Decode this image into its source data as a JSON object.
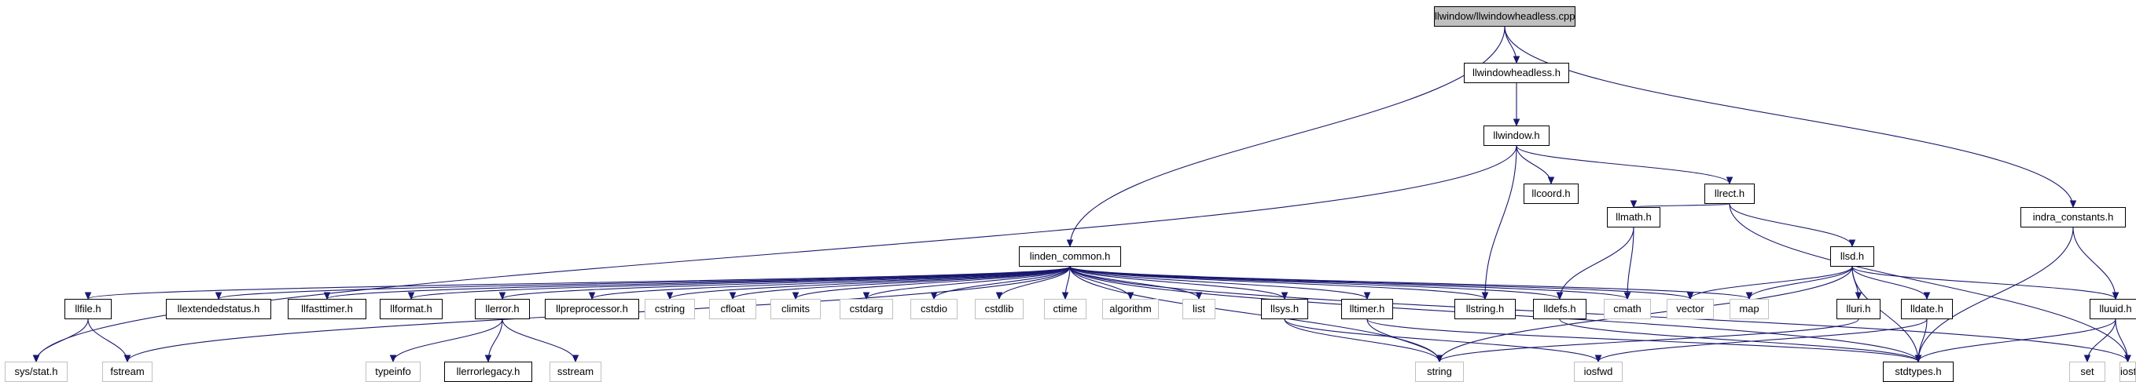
{
  "colors": {
    "edge": "#191970",
    "root_fill": "#c0c0c0",
    "border": "#000000",
    "system_border": "#c0c0c0"
  },
  "nodes": [
    {
      "id": "root",
      "label": "llwindow/llwindowheadless.cpp",
      "kind": "root"
    },
    {
      "id": "llwindowheadless",
      "label": "llwindowheadless.h",
      "kind": "local"
    },
    {
      "id": "llwindow",
      "label": "llwindow.h",
      "kind": "local"
    },
    {
      "id": "llcoord",
      "label": "llcoord.h",
      "kind": "local"
    },
    {
      "id": "llrect",
      "label": "llrect.h",
      "kind": "local"
    },
    {
      "id": "indra_constants",
      "label": "indra_constants.h",
      "kind": "local"
    },
    {
      "id": "linden_common",
      "label": "linden_common.h",
      "kind": "local"
    },
    {
      "id": "llmath",
      "label": "llmath.h",
      "kind": "local"
    },
    {
      "id": "llsd",
      "label": "llsd.h",
      "kind": "local"
    },
    {
      "id": "llfile",
      "label": "llfile.h",
      "kind": "local"
    },
    {
      "id": "llextendedstatus",
      "label": "llextendedstatus.h",
      "kind": "local"
    },
    {
      "id": "llfasttimer",
      "label": "llfasttimer.h",
      "kind": "local"
    },
    {
      "id": "llformat",
      "label": "llformat.h",
      "kind": "local"
    },
    {
      "id": "llerror",
      "label": "llerror.h",
      "kind": "local"
    },
    {
      "id": "llpreprocessor",
      "label": "llpreprocessor.h",
      "kind": "local"
    },
    {
      "id": "cstring",
      "label": "cstring",
      "kind": "system"
    },
    {
      "id": "cfloat",
      "label": "cfloat",
      "kind": "system"
    },
    {
      "id": "climits",
      "label": "climits",
      "kind": "system"
    },
    {
      "id": "cstdarg",
      "label": "cstdarg",
      "kind": "system"
    },
    {
      "id": "cstdio",
      "label": "cstdio",
      "kind": "system"
    },
    {
      "id": "cstdlib",
      "label": "cstdlib",
      "kind": "system"
    },
    {
      "id": "ctime",
      "label": "ctime",
      "kind": "system"
    },
    {
      "id": "algorithm",
      "label": "algorithm",
      "kind": "system"
    },
    {
      "id": "list",
      "label": "list",
      "kind": "system"
    },
    {
      "id": "llsys",
      "label": "llsys.h",
      "kind": "local"
    },
    {
      "id": "lltimer",
      "label": "lltimer.h",
      "kind": "local"
    },
    {
      "id": "llstring",
      "label": "llstring.h",
      "kind": "local"
    },
    {
      "id": "lldefs",
      "label": "lldefs.h",
      "kind": "local"
    },
    {
      "id": "cmath",
      "label": "cmath",
      "kind": "system"
    },
    {
      "id": "vector",
      "label": "vector",
      "kind": "system"
    },
    {
      "id": "map",
      "label": "map",
      "kind": "system"
    },
    {
      "id": "lluri",
      "label": "lluri.h",
      "kind": "local"
    },
    {
      "id": "lldate",
      "label": "lldate.h",
      "kind": "local"
    },
    {
      "id": "lluuid",
      "label": "lluuid.h",
      "kind": "local"
    },
    {
      "id": "sysstat",
      "label": "sys/stat.h",
      "kind": "system"
    },
    {
      "id": "fstream",
      "label": "fstream",
      "kind": "system"
    },
    {
      "id": "typeinfo",
      "label": "typeinfo",
      "kind": "system"
    },
    {
      "id": "llerrorlegacy",
      "label": "llerrorlegacy.h",
      "kind": "local"
    },
    {
      "id": "sstream",
      "label": "sstream",
      "kind": "system"
    },
    {
      "id": "string",
      "label": "string",
      "kind": "system"
    },
    {
      "id": "iosfwd",
      "label": "iosfwd",
      "kind": "system"
    },
    {
      "id": "stdtypes",
      "label": "stdtypes.h",
      "kind": "local"
    },
    {
      "id": "set",
      "label": "set",
      "kind": "system"
    },
    {
      "id": "iostream",
      "label": "iostream",
      "kind": "system"
    }
  ],
  "edges": [
    [
      "root",
      "llwindowheadless"
    ],
    [
      "root",
      "linden_common"
    ],
    [
      "root",
      "indra_constants"
    ],
    [
      "llwindowheadless",
      "llwindow"
    ],
    [
      "llwindow",
      "sysstat"
    ],
    [
      "llwindow",
      "llcoord"
    ],
    [
      "llwindow",
      "llrect"
    ],
    [
      "llwindow",
      "llstring"
    ],
    [
      "llrect",
      "llmath"
    ],
    [
      "llrect",
      "llsd"
    ],
    [
      "llrect",
      "iostream"
    ],
    [
      "indra_constants",
      "stdtypes"
    ],
    [
      "indra_constants",
      "lluuid"
    ],
    [
      "linden_common",
      "llfile"
    ],
    [
      "linden_common",
      "fstream"
    ],
    [
      "linden_common",
      "llextendedstatus"
    ],
    [
      "linden_common",
      "llfasttimer"
    ],
    [
      "linden_common",
      "llformat"
    ],
    [
      "linden_common",
      "llerror"
    ],
    [
      "linden_common",
      "llpreprocessor"
    ],
    [
      "linden_common",
      "cstring"
    ],
    [
      "linden_common",
      "cfloat"
    ],
    [
      "linden_common",
      "climits"
    ],
    [
      "linden_common",
      "cstdarg"
    ],
    [
      "linden_common",
      "cstdio"
    ],
    [
      "linden_common",
      "cstdlib"
    ],
    [
      "linden_common",
      "ctime"
    ],
    [
      "linden_common",
      "algorithm"
    ],
    [
      "linden_common",
      "list"
    ],
    [
      "linden_common",
      "llsys"
    ],
    [
      "linden_common",
      "lltimer"
    ],
    [
      "linden_common",
      "llstring"
    ],
    [
      "linden_common",
      "lldefs"
    ],
    [
      "linden_common",
      "cmath"
    ],
    [
      "linden_common",
      "vector"
    ],
    [
      "linden_common",
      "map"
    ],
    [
      "linden_common",
      "string"
    ],
    [
      "linden_common",
      "stdtypes"
    ],
    [
      "linden_common",
      "iostream"
    ],
    [
      "llmath",
      "cmath"
    ],
    [
      "llmath",
      "lldefs"
    ],
    [
      "llsd",
      "vector"
    ],
    [
      "llsd",
      "map"
    ],
    [
      "llsd",
      "lluri"
    ],
    [
      "llsd",
      "lldate"
    ],
    [
      "llsd",
      "lluuid"
    ],
    [
      "llsd",
      "string"
    ],
    [
      "llsd",
      "stdtypes"
    ],
    [
      "llfile",
      "sysstat"
    ],
    [
      "llfile",
      "fstream"
    ],
    [
      "llerror",
      "typeinfo"
    ],
    [
      "llerror",
      "llerrorlegacy"
    ],
    [
      "llerror",
      "sstream"
    ],
    [
      "llsys",
      "string"
    ],
    [
      "llsys",
      "iosfwd"
    ],
    [
      "lltimer",
      "stdtypes"
    ],
    [
      "lltimer",
      "string"
    ],
    [
      "lldefs",
      "stdtypes"
    ],
    [
      "lluri",
      "string"
    ],
    [
      "lldate",
      "iosfwd"
    ],
    [
      "lldate",
      "stdtypes"
    ],
    [
      "lluuid",
      "set"
    ],
    [
      "lluuid",
      "iostream"
    ],
    [
      "lluuid",
      "stdtypes"
    ]
  ]
}
